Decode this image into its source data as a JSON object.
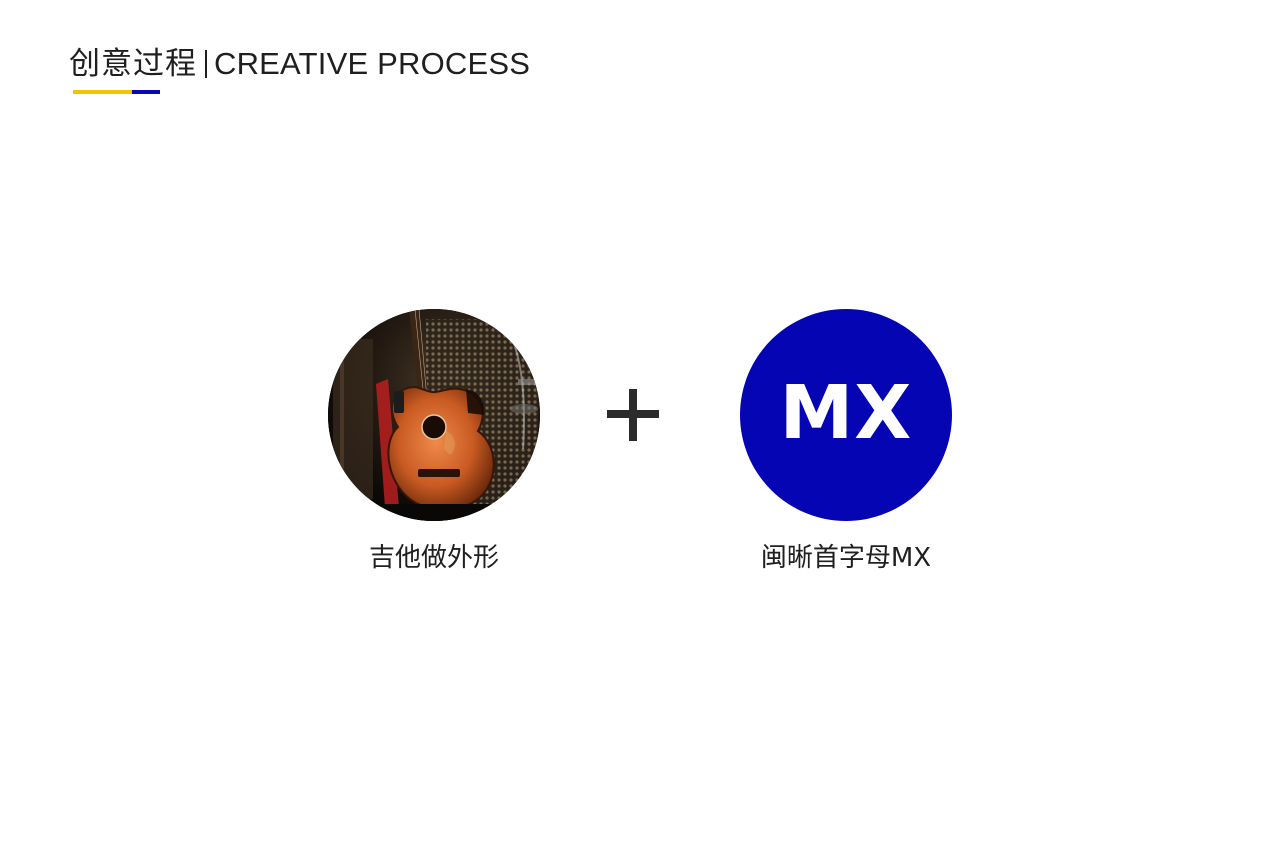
{
  "header": {
    "title_cn": "创意过程",
    "title_en": "CREATIVE PROCESS"
  },
  "colors": {
    "accent_yellow": "#f5c400",
    "accent_blue": "#0a08b4",
    "logo_circle": "#0505b4",
    "text": "#1f1f1f"
  },
  "left_item": {
    "image": "acoustic-guitar-photo",
    "caption": "吉他做外形"
  },
  "operator": {
    "icon": "plus-icon"
  },
  "right_item": {
    "logo_text": "MX",
    "caption": "闽晰首字母MX"
  }
}
